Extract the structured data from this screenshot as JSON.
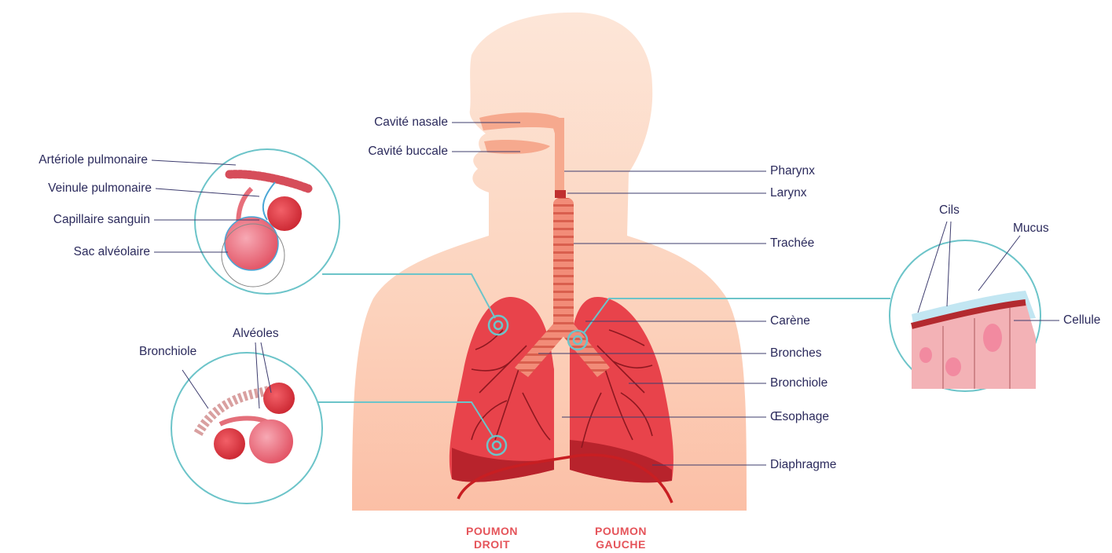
{
  "labels": {
    "cavite_nasale": "Cavité nasale",
    "cavite_buccale": "Cavité buccale",
    "pharynx": "Pharynx",
    "larynx": "Larynx",
    "trachee": "Trachée",
    "carene": "Carène",
    "bronches": "Bronches",
    "bronchiole_right": "Bronchiole",
    "oesophage": "Œsophage",
    "diaphragme": "Diaphragme",
    "arteriole": "Artériole pulmonaire",
    "veinule": "Veinule pulmonaire",
    "capillaire": "Capillaire sanguin",
    "sac": "Sac alvéolaire",
    "bronchiole_left": "Bronchiole",
    "alveoles": "Alvéoles",
    "cils": "Cils",
    "mucus": "Mucus",
    "cellule": "Cellule"
  },
  "sides": {
    "right_lung_1": "POUMON",
    "right_lung_2": "DROIT",
    "left_lung_1": "POUMON",
    "left_lung_2": "GAUCHE"
  },
  "colors": {
    "skin_light": "#fde3d4",
    "skin_mid": "#fbc8b0",
    "lung": "#e8434b",
    "lung_dark": "#b8232c",
    "trachea": "#f0826e",
    "leader": "#3d3c6e",
    "callout": "#6cc4c9",
    "label_text": "#2b2a5c",
    "side_text": "#e5545a"
  }
}
